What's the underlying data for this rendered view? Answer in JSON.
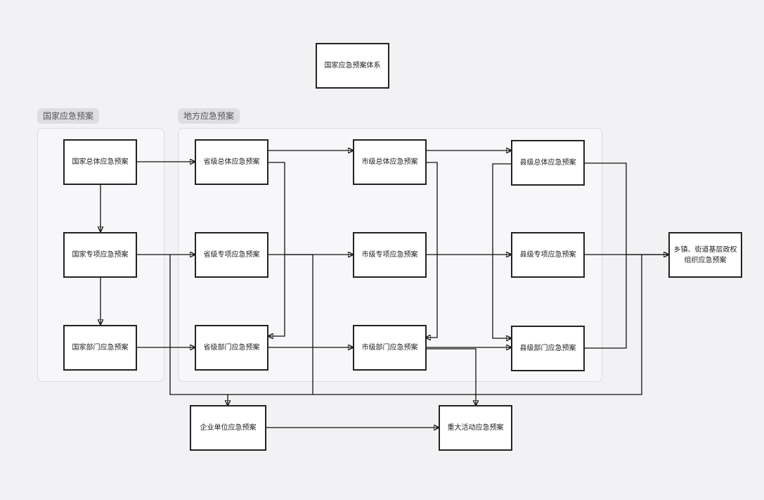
{
  "title": "国家应急预案体系",
  "groups": {
    "national": "国家应急预案",
    "local": "地方应急预案"
  },
  "nodes": {
    "nat_general": "国家总体应急预案",
    "nat_special": "国家专项应急预案",
    "nat_dept": "国家部门应急预案",
    "prov_general": "省级总体应急预案",
    "prov_special": "省级专项应急预案",
    "prov_dept": "省级部门应急预案",
    "city_general": "市级总体应急预案",
    "city_special": "市级专项应急预案",
    "city_dept": "市级部门应急预案",
    "county_general": "县级总体应急预案",
    "county_special": "县级专项应急预案",
    "county_dept": "县级部门应急预案",
    "town_line1": "乡镇、街道基层政权",
    "town_line2": "组织应急预案",
    "enterprise": "企业单位应急预案",
    "major_event": "重大活动应急预案"
  }
}
